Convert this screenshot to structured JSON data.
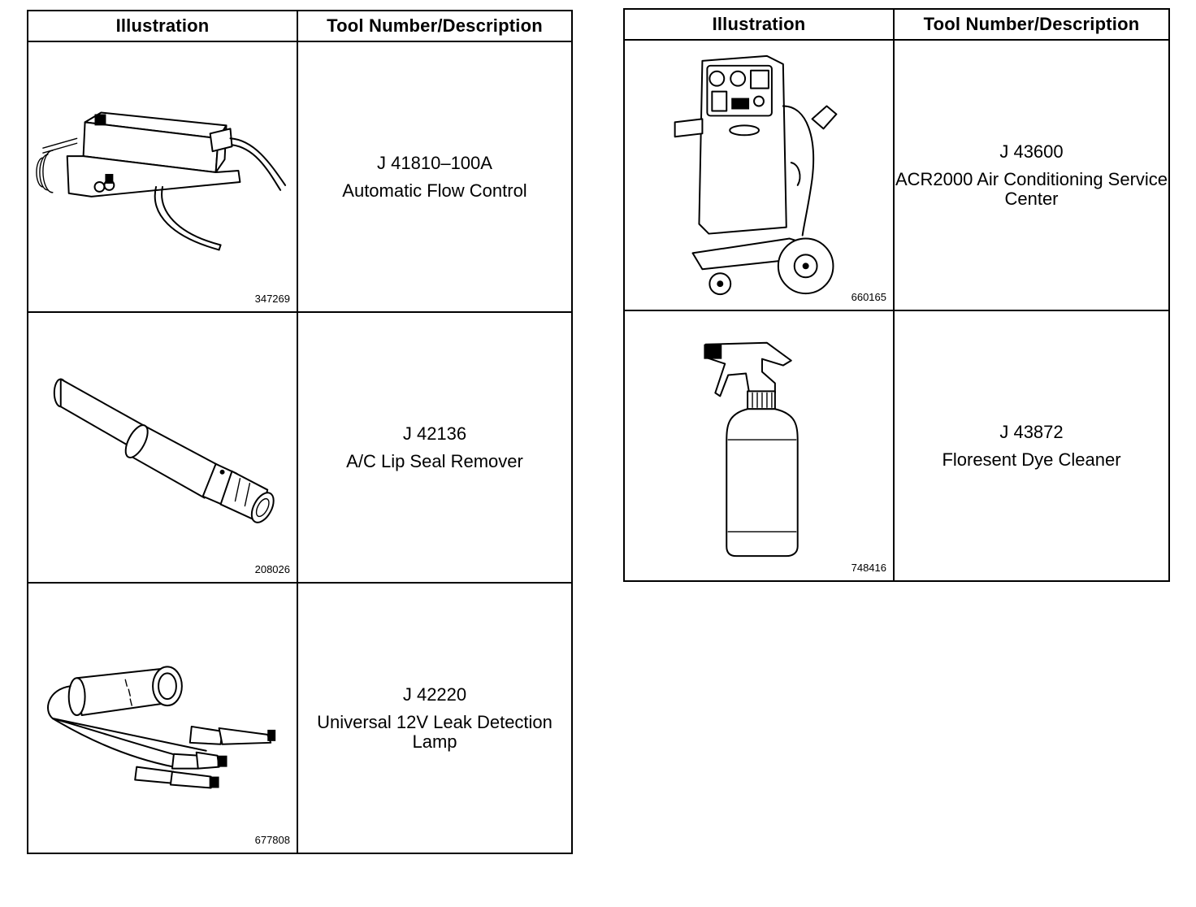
{
  "left_table": {
    "headers": {
      "illustration": "Illustration",
      "tool": "Tool Number/Description"
    },
    "rows": [
      {
        "figure": "347269",
        "tool_number": "J 41810–100A",
        "description": "Automatic Flow Control",
        "icon": "flow-control-box-icon"
      },
      {
        "figure": "208026",
        "tool_number": "J 42136",
        "description": "A/C Lip Seal Remover",
        "icon": "lip-seal-remover-icon"
      },
      {
        "figure": "677808",
        "tool_number": "J 42220",
        "description": "Universal 12V Leak Detection Lamp",
        "icon": "leak-detection-lamp-icon"
      }
    ]
  },
  "right_table": {
    "headers": {
      "illustration": "Illustration",
      "tool": "Tool Number/Description"
    },
    "rows": [
      {
        "figure": "660165",
        "tool_number": "J 43600",
        "description": "ACR2000 Air Conditioning Service Center",
        "icon": "ac-service-center-icon"
      },
      {
        "figure": "748416",
        "tool_number": "J 43872",
        "description": "Floresent Dye Cleaner",
        "icon": "spray-bottle-icon"
      }
    ]
  }
}
